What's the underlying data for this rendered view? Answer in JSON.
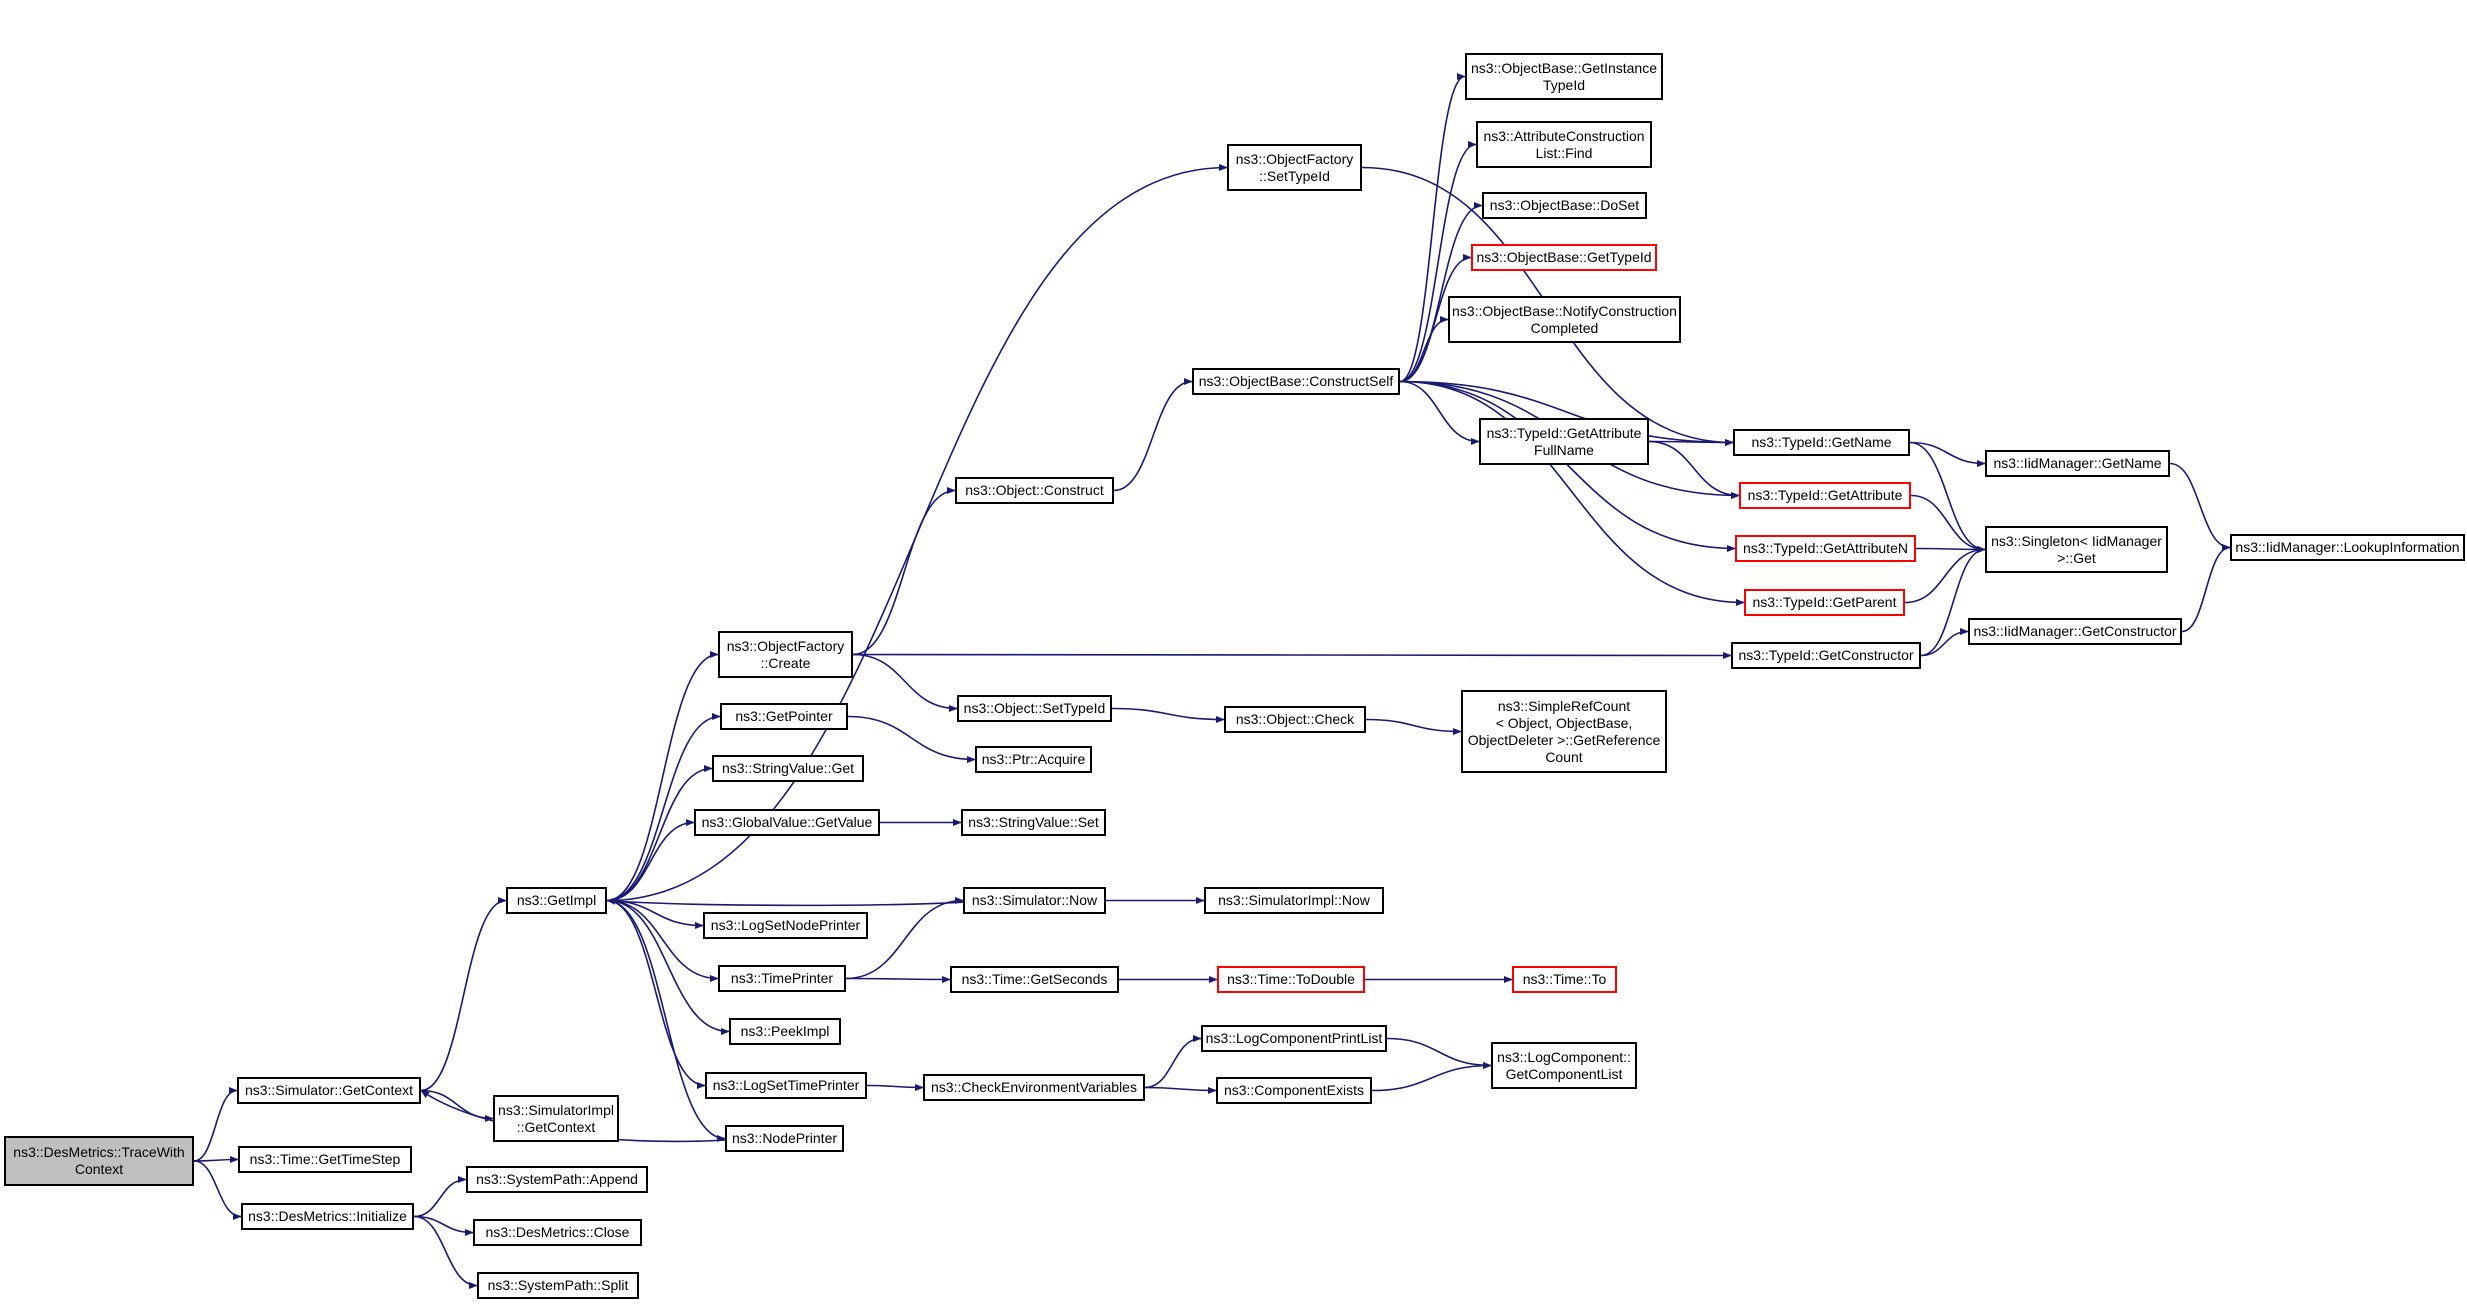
{
  "colors": {
    "edge": "#191970",
    "node_border": "#000000",
    "node_border_truncated": "#ff0000",
    "root_fill": "#bfbfbf",
    "background": "#ffffff"
  },
  "nodes": {
    "root": "ns3::DesMetrics::TraceWith\nContext",
    "sim_getcontext": "ns3::Simulator::GetContext",
    "time_gettimestep": "ns3::Time::GetTimeStep",
    "desm_initialize": "ns3::DesMetrics::Initialize",
    "simimpl_getcontext": "ns3::SimulatorImpl\n::GetContext",
    "sp_append": "ns3::SystemPath::Append",
    "desm_close": "ns3::DesMetrics::Close",
    "sp_split": "ns3::SystemPath::Split",
    "getimpl": "ns3::GetImpl",
    "of_create": "ns3::ObjectFactory\n::Create",
    "getpointer": "ns3::GetPointer",
    "sv_get": "ns3::StringValue::Get",
    "gv_getvalue": "ns3::GlobalValue::GetValue",
    "logsetnodeprinter": "ns3::LogSetNodePrinter",
    "timeprinter": "ns3::TimePrinter",
    "peekimpl": "ns3::PeekImpl",
    "logsettimeprinter": "ns3::LogSetTimePrinter",
    "nodeprinter": "ns3::NodePrinter",
    "of_settypeid": "ns3::ObjectFactory\n::SetTypeId",
    "obj_construct": "ns3::Object::Construct",
    "obj_settypeid": "ns3::Object::SetTypeId",
    "ptr_acquire": "ns3::Ptr::Acquire",
    "sv_set": "ns3::StringValue::Set",
    "sim_now": "ns3::Simulator::Now",
    "time_getseconds": "ns3::Time::GetSeconds",
    "checkenv": "ns3::CheckEnvironmentVariables",
    "ob_constructself": "ns3::ObjectBase::ConstructSelf",
    "obj_check": "ns3::Object::Check",
    "simimpl_now": "ns3::SimulatorImpl::Now",
    "time_todouble": "ns3::Time::ToDouble",
    "logcompprintlist": "ns3::LogComponentPrintList",
    "compexists": "ns3::ComponentExists",
    "ob_getinstancetypeid": "ns3::ObjectBase::GetInstance\nTypeId",
    "acl_find": "ns3::AttributeConstruction\nList::Find",
    "ob_doset": "ns3::ObjectBase::DoSet",
    "ob_gettypeid": "ns3::ObjectBase::GetTypeId",
    "ob_notify": "ns3::ObjectBase::NotifyConstruction\nCompleted",
    "tid_getattrfullname": "ns3::TypeId::GetAttribute\nFullName",
    "src_getreferencecount": "ns3::SimpleRefCount\n< Object, ObjectBase,\nObjectDeleter >::GetReference\nCount",
    "time_to": "ns3::Time::To",
    "logcomp_getlist": "ns3::LogComponent::\nGetComponentList",
    "tid_getname": "ns3::TypeId::GetName",
    "tid_getattribute": "ns3::TypeId::GetAttribute",
    "tid_getattributen": "ns3::TypeId::GetAttributeN",
    "tid_getparent": "ns3::TypeId::GetParent",
    "tid_getconstructor": "ns3::TypeId::GetConstructor",
    "iid_getname": "ns3::IidManager::GetName",
    "singleton_get": "ns3::Singleton< IidManager\n>::Get",
    "iid_getconstructor": "ns3::IidManager::GetConstructor",
    "iid_lookup": "ns3::IidManager::LookupInformation"
  },
  "edges": [
    [
      "root",
      "sim_getcontext"
    ],
    [
      "root",
      "time_gettimestep"
    ],
    [
      "root",
      "desm_initialize"
    ],
    [
      "sim_getcontext",
      "getimpl"
    ],
    [
      "sim_getcontext",
      "simimpl_getcontext"
    ],
    [
      "desm_initialize",
      "sp_append"
    ],
    [
      "desm_initialize",
      "desm_close"
    ],
    [
      "desm_initialize",
      "sp_split"
    ],
    [
      "getimpl",
      "of_settypeid"
    ],
    [
      "getimpl",
      "of_create"
    ],
    [
      "getimpl",
      "getpointer"
    ],
    [
      "getimpl",
      "sv_get"
    ],
    [
      "getimpl",
      "gv_getvalue"
    ],
    [
      "getimpl",
      "logsetnodeprinter"
    ],
    [
      "getimpl",
      "timeprinter"
    ],
    [
      "getimpl",
      "peekimpl"
    ],
    [
      "getimpl",
      "logsettimeprinter"
    ],
    [
      "getimpl",
      "nodeprinter"
    ],
    [
      "of_create",
      "obj_construct"
    ],
    [
      "of_create",
      "obj_settypeid"
    ],
    [
      "of_create",
      "tid_getconstructor"
    ],
    [
      "getpointer",
      "ptr_acquire"
    ],
    [
      "gv_getvalue",
      "sv_set"
    ],
    [
      "sim_now",
      "getimpl"
    ],
    [
      "sim_now",
      "simimpl_now"
    ],
    [
      "timeprinter",
      "sim_now"
    ],
    [
      "timeprinter",
      "time_getseconds"
    ],
    [
      "logsettimeprinter",
      "checkenv"
    ],
    [
      "nodeprinter",
      "sim_getcontext"
    ],
    [
      "of_settypeid",
      "tid_getname"
    ],
    [
      "obj_construct",
      "ob_constructself"
    ],
    [
      "obj_settypeid",
      "obj_check"
    ],
    [
      "obj_check",
      "src_getreferencecount"
    ],
    [
      "time_getseconds",
      "time_todouble"
    ],
    [
      "time_todouble",
      "time_to"
    ],
    [
      "checkenv",
      "logcompprintlist"
    ],
    [
      "checkenv",
      "compexists"
    ],
    [
      "logcompprintlist",
      "logcomp_getlist"
    ],
    [
      "compexists",
      "logcomp_getlist"
    ],
    [
      "ob_constructself",
      "ob_getinstancetypeid"
    ],
    [
      "ob_constructself",
      "acl_find"
    ],
    [
      "ob_constructself",
      "ob_doset"
    ],
    [
      "ob_constructself",
      "ob_gettypeid"
    ],
    [
      "ob_constructself",
      "ob_notify"
    ],
    [
      "ob_constructself",
      "tid_getname"
    ],
    [
      "ob_constructself",
      "tid_getattrfullname"
    ],
    [
      "ob_constructself",
      "tid_getattribute"
    ],
    [
      "ob_constructself",
      "tid_getattributen"
    ],
    [
      "ob_constructself",
      "tid_getparent"
    ],
    [
      "tid_getattrfullname",
      "tid_getname"
    ],
    [
      "tid_getattrfullname",
      "tid_getattribute"
    ],
    [
      "tid_getname",
      "iid_getname"
    ],
    [
      "tid_getname",
      "singleton_get"
    ],
    [
      "tid_getattribute",
      "singleton_get"
    ],
    [
      "tid_getattributen",
      "singleton_get"
    ],
    [
      "tid_getparent",
      "singleton_get"
    ],
    [
      "tid_getconstructor",
      "singleton_get"
    ],
    [
      "tid_getconstructor",
      "iid_getconstructor"
    ],
    [
      "iid_getname",
      "iid_lookup"
    ],
    [
      "iid_getconstructor",
      "iid_lookup"
    ]
  ]
}
